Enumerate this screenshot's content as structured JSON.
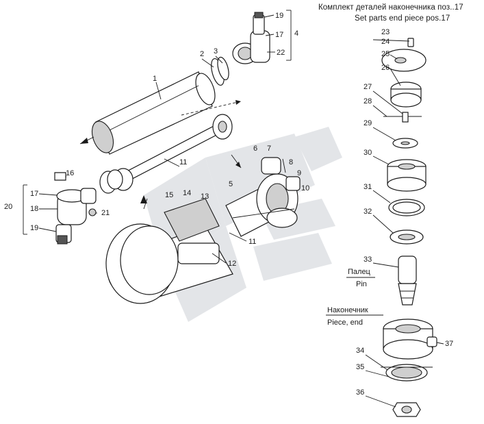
{
  "header": {
    "title_ru": "Комплект деталей наконечника поз..17",
    "title_en": "Set parts end piece pos.17"
  },
  "pin_label": {
    "ru": "Палец",
    "en": "Pin"
  },
  "end_label": {
    "ru": "Наконечник",
    "en": "Piece, end"
  },
  "callouts": {
    "n1": "1",
    "n2": "2",
    "n3": "3",
    "n4": "4",
    "n5": "5",
    "n6": "6",
    "n7": "7",
    "n8": "8",
    "n9": "9",
    "n10": "10",
    "n11": "11",
    "n12": "12",
    "n13": "13",
    "n14": "14",
    "n15": "15",
    "n16": "16",
    "n17": "17",
    "n18": "18",
    "n19": "19",
    "n20": "20",
    "n21": "21",
    "n22": "22",
    "n23": "23",
    "n24": "24",
    "n25": "25",
    "n26": "26",
    "n27": "27",
    "n28": "28",
    "n29": "29",
    "n30": "30",
    "n31": "31",
    "n32": "32",
    "n33": "33",
    "n34": "34",
    "n35": "35",
    "n36": "36",
    "n37": "37"
  },
  "colors": {
    "ink": "#1a1a1a",
    "watermark": "#e3e5e8",
    "shade": "#cfcfcf"
  }
}
